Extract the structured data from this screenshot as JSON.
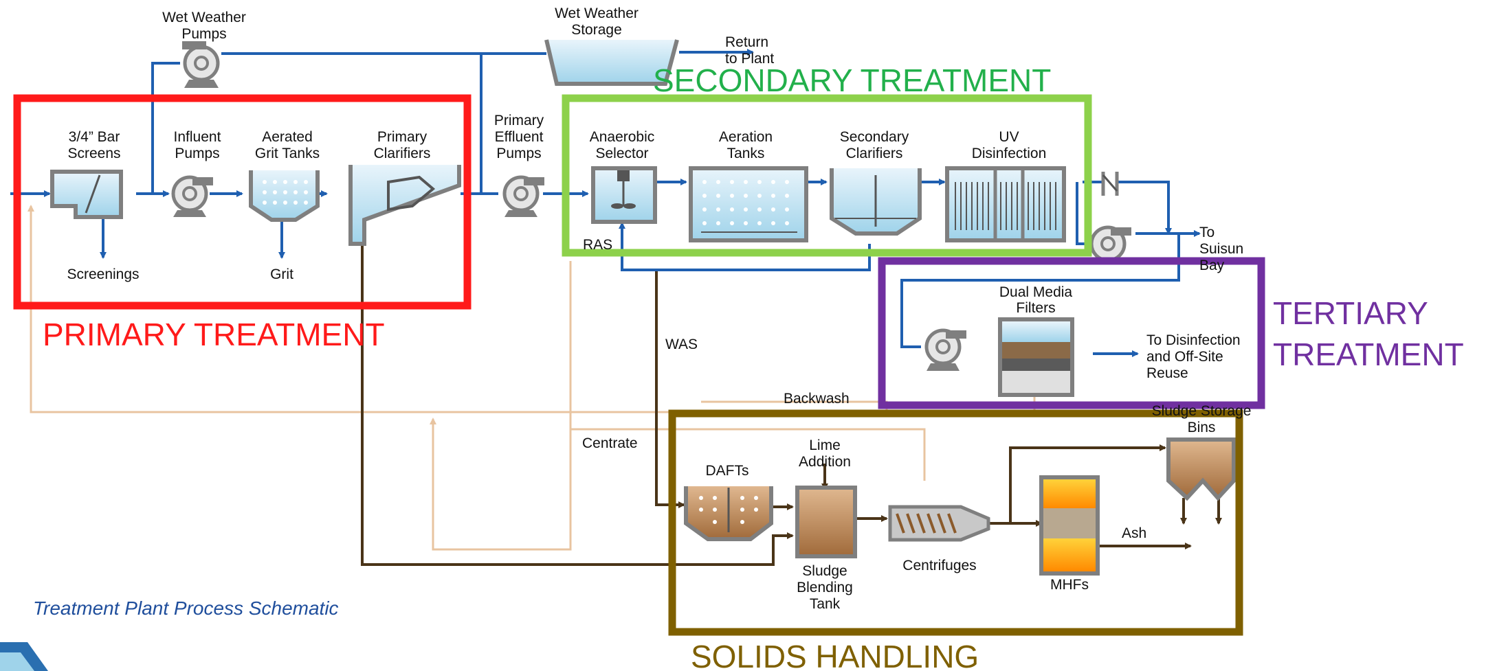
{
  "caption": "Treatment Plant Process Schematic",
  "sections": {
    "primary": "PRIMARY TREATMENT",
    "secondary": "SECONDARY TREATMENT",
    "tertiary_line1": "TERTIARY",
    "tertiary_line2": "TREATMENT",
    "solids": "SOLIDS HANDLING"
  },
  "labels": {
    "wet_weather_pumps": [
      "Wet Weather",
      "Pumps"
    ],
    "wet_weather_storage": [
      "Wet Weather",
      "Storage"
    ],
    "return_to_plant": [
      "Return",
      "to Plant"
    ],
    "bar_screens": [
      "3/4” Bar",
      "Screens"
    ],
    "influent_pumps": [
      "Influent",
      "Pumps"
    ],
    "aerated_grit_tanks": [
      "Aerated",
      "Grit Tanks"
    ],
    "primary_clarifiers": [
      "Primary",
      "Clarifiers"
    ],
    "primary_effluent_pumps": [
      "Primary",
      "Effluent",
      "Pumps"
    ],
    "anaerobic_selector": [
      "Anaerobic",
      "Selector"
    ],
    "aeration_tanks": [
      "Aeration",
      "Tanks"
    ],
    "secondary_clarifiers": [
      "Secondary",
      "Clarifiers"
    ],
    "uv_disinfection": [
      "UV",
      "Disinfection"
    ],
    "screenings": "Screenings",
    "grit": "Grit",
    "ras": "RAS",
    "was": "WAS",
    "to_suisun_bay": [
      "To",
      "Suisun",
      "Bay"
    ],
    "dual_media_filters": [
      "Dual Media",
      "Filters"
    ],
    "to_disinfection": [
      "To Disinfection",
      "and Off-Site",
      "Reuse"
    ],
    "backwash": "Backwash",
    "centrate": "Centrate",
    "dafts": "DAFTs",
    "lime_addition": [
      "Lime",
      "Addition"
    ],
    "sludge_blending_tank": [
      "Sludge",
      "Blending",
      "Tank"
    ],
    "centrifuges": "Centrifuges",
    "mhfs": "MHFs",
    "ash": "Ash",
    "sludge_storage_bins": [
      "Sludge Storage",
      "Bins"
    ]
  },
  "colors": {
    "flow_blue": "#1f5fb0",
    "sludge_brown": "#4a3418",
    "recycle_tan": "#e8c4a0",
    "primary_box": "#ff1a1a",
    "secondary_box": "#8dd14b",
    "tertiary_box": "#7030a0",
    "solids_box": "#7f6000",
    "secondary_text": "#22b04b"
  }
}
